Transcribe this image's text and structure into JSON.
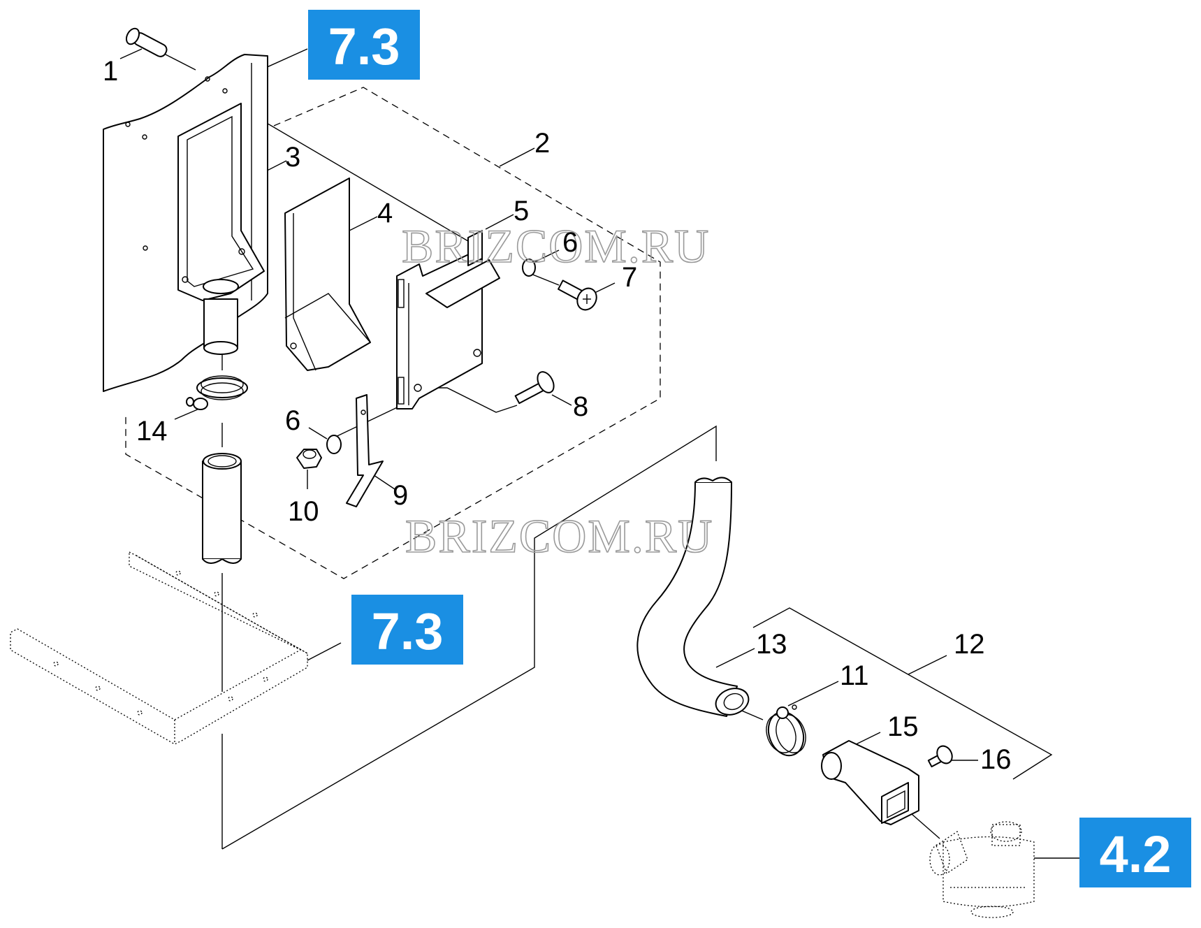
{
  "watermark": "BRIZCOM.RU",
  "accent_color": "#1a8fe3",
  "reference_badges": [
    {
      "name": "ref-badge-7-3-top",
      "label": "7.3"
    },
    {
      "name": "ref-badge-7-3-middle",
      "label": "7.3"
    },
    {
      "name": "ref-badge-4-2",
      "label": "4.2"
    }
  ],
  "callouts": [
    "1",
    "2",
    "3",
    "4",
    "5",
    "6",
    "7",
    "8",
    "6",
    "9",
    "10",
    "14",
    "13",
    "11",
    "12",
    "15",
    "16"
  ]
}
